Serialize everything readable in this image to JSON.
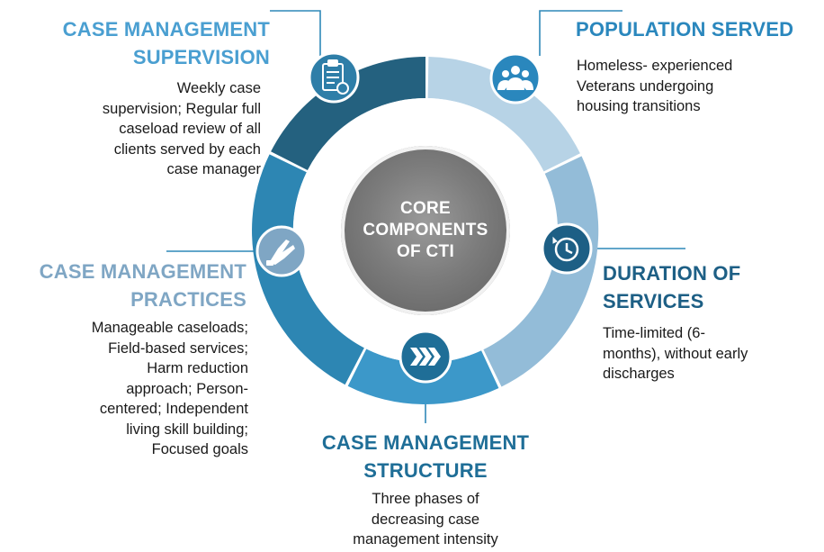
{
  "center": {
    "lines": [
      "CORE",
      "COMPONENTS",
      "OF CTI"
    ],
    "fill": "#7c7c7c"
  },
  "components": [
    {
      "id": "case-management-supervision",
      "icon": "clipboard-icon",
      "color": "#2e7ea8",
      "ring_color": "#24617f",
      "heading": [
        "CASE MANAGEMENT",
        "SUPERVISION"
      ],
      "body": [
        "Weekly case",
        "supervision; Regular full",
        "caseload review of all",
        "clients served by each",
        "case manager"
      ]
    },
    {
      "id": "population-served",
      "icon": "people-icon",
      "color": "#2a87bd",
      "ring_color": "#b7d3e6",
      "heading": [
        "POPULATION SERVED"
      ],
      "body": [
        "Homeless- experienced",
        "Veterans undergoing",
        "housing transitions"
      ]
    },
    {
      "id": "duration-of-services",
      "icon": "clock-icon",
      "color": "#1d5f85",
      "ring_color": "#93bcd8",
      "heading": [
        "DURATION OF",
        "SERVICES"
      ],
      "body": [
        "Time-limited (6-",
        "months), without early",
        "discharges"
      ]
    },
    {
      "id": "case-management-structure",
      "icon": "chevrons-icon",
      "color": "#1f6e97",
      "ring_color": "#3c98c9",
      "heading": [
        "CASE MANAGEMENT",
        "STRUCTURE"
      ],
      "body": [
        "Three phases of",
        "decreasing case",
        "management intensity"
      ]
    },
    {
      "id": "case-management-practices",
      "icon": "handshake-icon",
      "color": "#7fa6c4",
      "ring_color": "#2d86b3",
      "heading": [
        "CASE MANAGEMENT",
        "PRACTICES"
      ],
      "body": [
        "Manageable caseloads;",
        "Field-based services;",
        "Harm reduction",
        "approach; Person-",
        "centered; Independent",
        "living skill building;",
        "Focused goals"
      ]
    }
  ]
}
